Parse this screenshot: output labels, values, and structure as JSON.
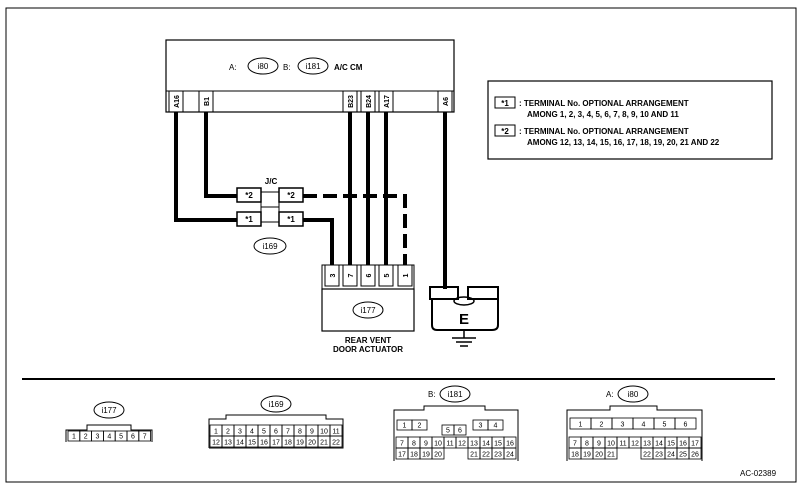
{
  "ecm": {
    "label_a": "A:",
    "conn_a": "i80",
    "label_b": "B:",
    "conn_b": "i181",
    "name": "A/C CM",
    "pins": [
      "A16",
      "B1",
      "B23",
      "B24",
      "A17",
      "A6"
    ]
  },
  "jc": {
    "name": "J/C",
    "conn": "i169",
    "star2": "*2",
    "star1": "*1"
  },
  "actuator": {
    "conn": "i177",
    "pins": [
      "3",
      "7",
      "6",
      "5",
      "1"
    ],
    "name_line1": "REAR VENT",
    "name_line2": "DOOR ACTUATOR"
  },
  "ground": {
    "label": "E"
  },
  "legend": {
    "items": [
      {
        "mark": "*1",
        "line1": ": TERMINAL No. OPTIONAL ARRANGEMENT",
        "line2": "AMONG 1, 2, 3, 4, 5, 6, 7, 8, 9, 10 AND 11"
      },
      {
        "mark": "*2",
        "line1": ": TERMINAL No. OPTIONAL ARRANGEMENT",
        "line2": "AMONG 12, 13, 14, 15, 16, 17, 18, 19, 20, 21 AND 22"
      }
    ]
  },
  "connector_views": {
    "i177": {
      "label": "i177",
      "row1": [
        "1",
        "2",
        "3",
        "4",
        "5",
        "6",
        "7"
      ]
    },
    "i169": {
      "label": "i169",
      "row1": [
        "1",
        "2",
        "3",
        "4",
        "5",
        "6",
        "7",
        "8",
        "9",
        "10",
        "11"
      ],
      "row2": [
        "12",
        "13",
        "14",
        "15",
        "16",
        "17",
        "18",
        "19",
        "20",
        "21",
        "22"
      ]
    },
    "i181": {
      "prefix": "B:",
      "label": "i181",
      "row1a": [
        "1",
        "2"
      ],
      "row1b": [
        "5",
        "6"
      ],
      "row1c": [
        "3",
        "4"
      ],
      "row2": [
        "7",
        "8",
        "9",
        "10",
        "11",
        "12",
        "13",
        "14",
        "15",
        "16"
      ],
      "row3a": [
        "17",
        "18",
        "19",
        "20"
      ],
      "row3b": [
        "21",
        "22",
        "23",
        "24"
      ]
    },
    "i80": {
      "prefix": "A:",
      "label": "i80",
      "row1": [
        "1",
        "2",
        "3",
        "4",
        "5",
        "6"
      ],
      "row2": [
        "7",
        "8",
        "9",
        "10",
        "11",
        "12",
        "13",
        "14",
        "15",
        "16",
        "17"
      ],
      "row3a": [
        "18",
        "19",
        "20",
        "21"
      ],
      "row3b": [
        "22",
        "23",
        "24",
        "25",
        "26"
      ]
    }
  },
  "figure_code": "AC-02389"
}
